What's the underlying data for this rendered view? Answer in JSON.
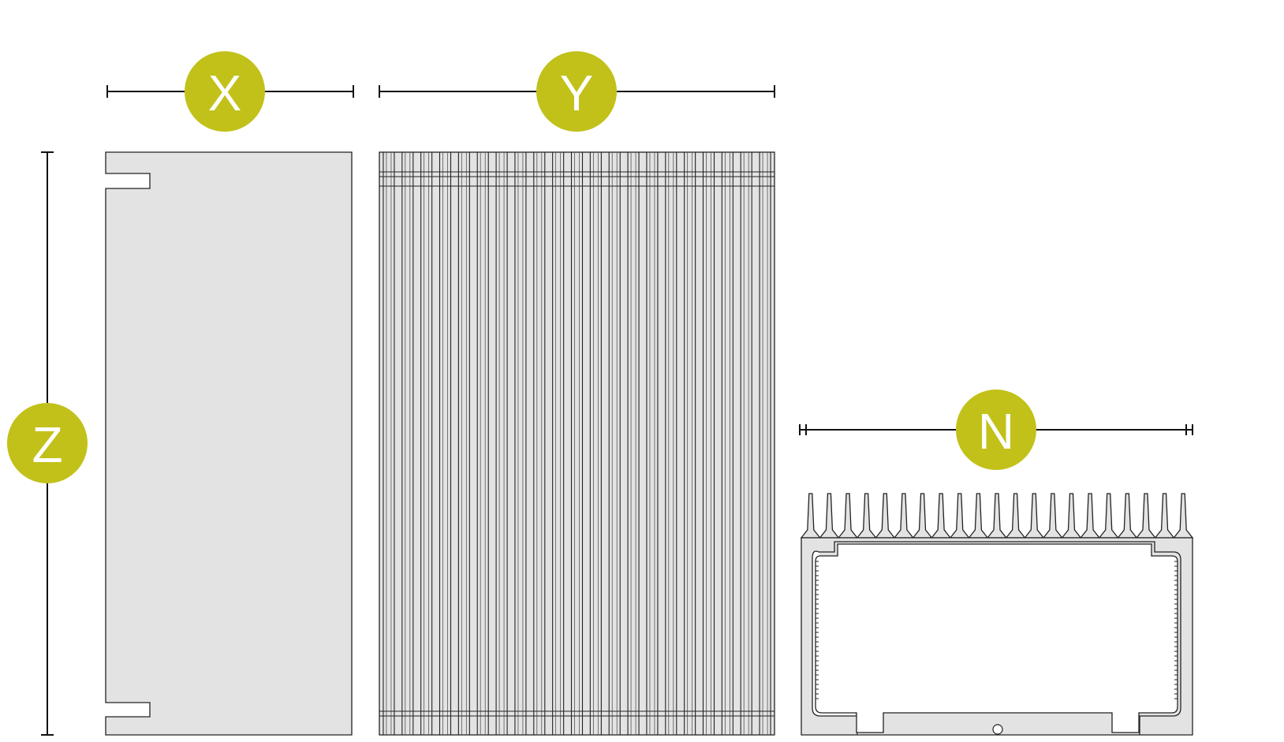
{
  "dimensions": {
    "x": {
      "label": "X"
    },
    "y": {
      "label": "Y"
    },
    "z": {
      "label": "Z"
    },
    "n": {
      "label": "N"
    }
  },
  "colors": {
    "badge": "#c2c11a",
    "badge_text": "#ffffff",
    "part_fill": "#e3e3e3",
    "outline": "#222222"
  },
  "views": {
    "side": {
      "icon": "heatsink-side-view"
    },
    "top": {
      "icon": "heatsink-finned-top-view"
    },
    "profile": {
      "icon": "heatsink-extrusion-profile"
    }
  }
}
